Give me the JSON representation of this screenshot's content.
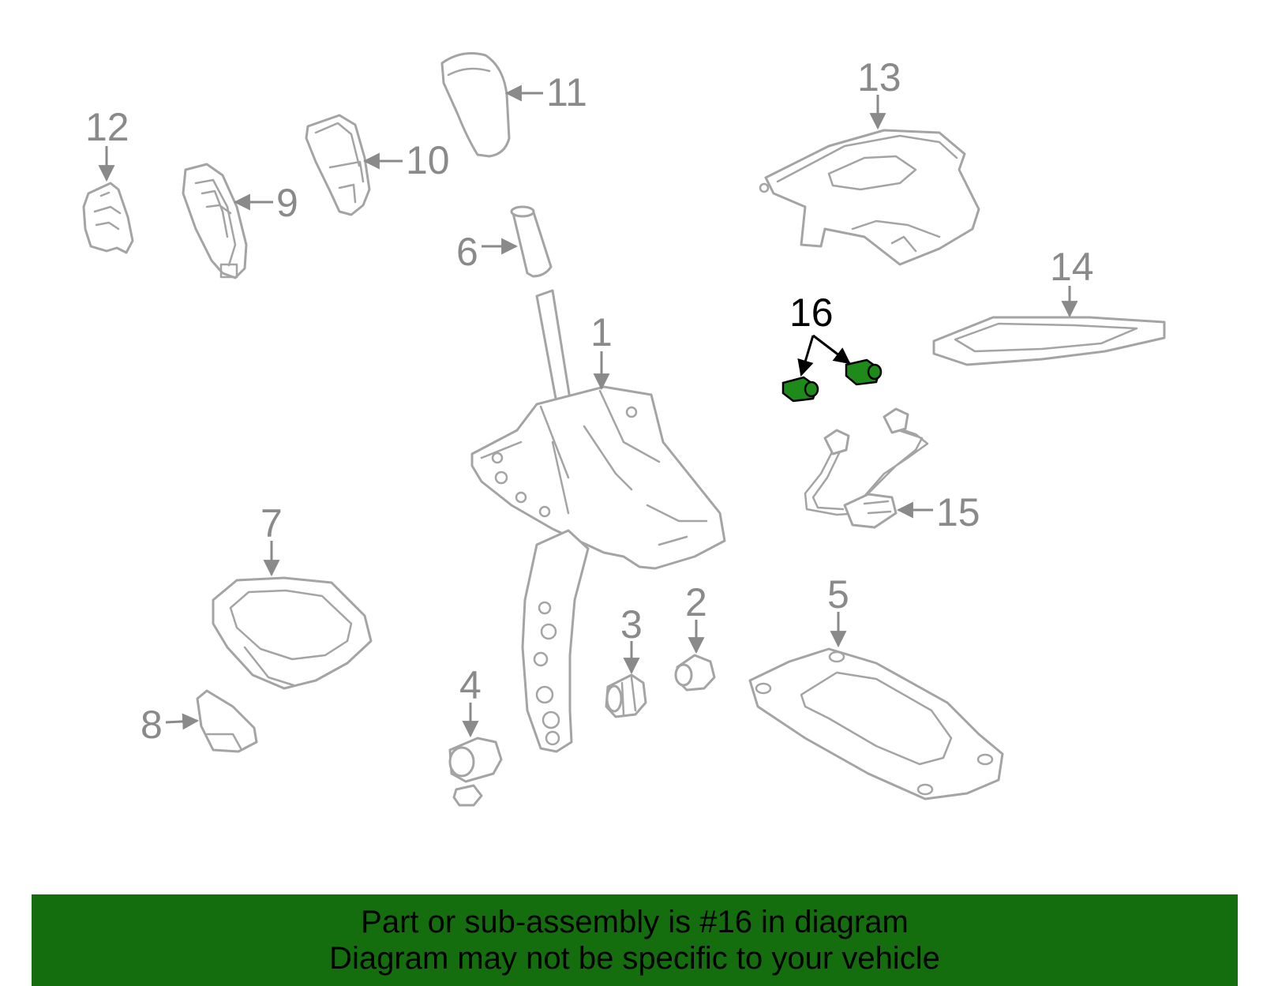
{
  "diagram": {
    "part_numbers": [
      "1",
      "2",
      "3",
      "4",
      "5",
      "6",
      "7",
      "8",
      "9",
      "10",
      "11",
      "12",
      "13",
      "14",
      "15",
      "16"
    ],
    "highlighted_part": "16",
    "colors": {
      "part_outline": "#a4a4a4",
      "label": "#8a8a8a",
      "highlight_fill": "#1e8a1a",
      "banner": "#146e0e"
    }
  },
  "banner": {
    "line1": "Part or sub-assembly is #16 in diagram",
    "line2": "Diagram may not be specific to your vehicle"
  }
}
